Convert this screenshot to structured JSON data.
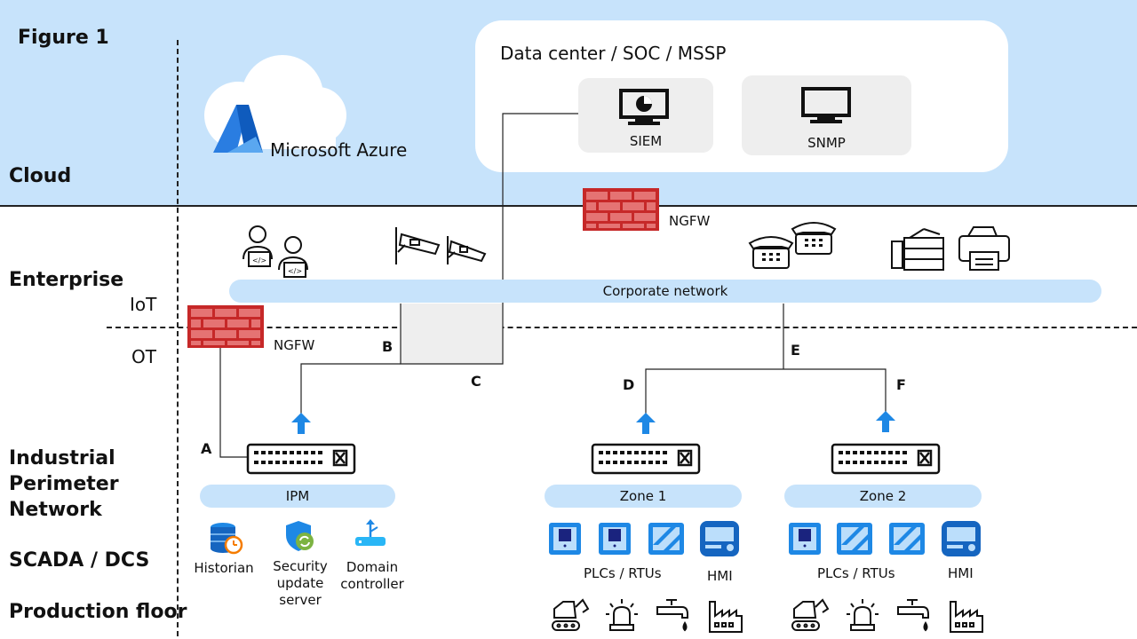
{
  "figure_title": "Figure 1",
  "layers": {
    "cloud": "Cloud",
    "enterprise": "Enterprise",
    "iot": "IoT",
    "ot": "OT",
    "ipn_line1": "Industrial",
    "ipn_line2": "Perimeter",
    "ipn_line3": "Network",
    "scada": "SCADA / DCS",
    "production": "Production floor"
  },
  "azure_label": "Microsoft Azure",
  "datacenter": {
    "title": "Data center / SOC / MSSP",
    "siem": "SIEM",
    "snmp": "SNMP"
  },
  "firewalls": {
    "top": "NGFW",
    "left": "NGFW"
  },
  "corporate_network": "Corporate network",
  "connection_letters": {
    "a": "A",
    "b": "B",
    "c": "C",
    "d": "D",
    "e": "E",
    "f": "F"
  },
  "zones": {
    "ipm": "IPM",
    "zone1": "Zone 1",
    "zone2": "Zone 2"
  },
  "ipm_devices": {
    "historian": "Historian",
    "security_line1": "Security",
    "security_line2": "update",
    "security_line3": "server",
    "domain_line1": "Domain",
    "domain_line2": "controller"
  },
  "zone_devices": {
    "plcs": "PLCs / RTUs",
    "hmi": "HMI"
  },
  "colors": {
    "band": "#c7e3fb",
    "firewall": "#c62828",
    "accent_blue": "#1e88e5"
  }
}
